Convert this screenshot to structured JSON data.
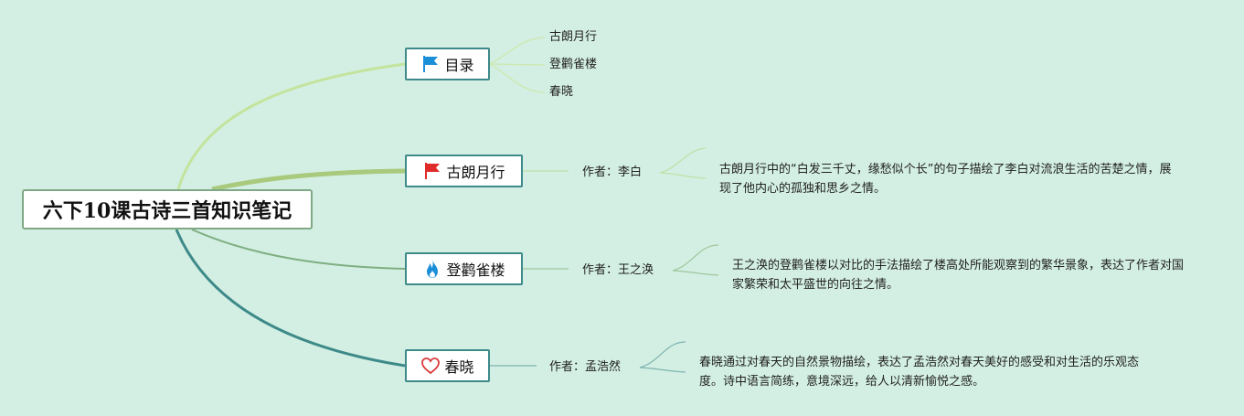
{
  "root": {
    "title": "六下10课古诗三首知识笔记"
  },
  "branches": [
    {
      "label": "目录",
      "icon": "blue-flag-icon",
      "children": [
        "古朗月行",
        "登鹳雀楼",
        "春晓"
      ]
    },
    {
      "label": "古朗月行",
      "icon": "red-flag-icon",
      "author": "作者：李白",
      "description": "古朗月行中的“白发三千丈，缘愁似个长”的句子描绘了李白对流浪生活的苦楚之情，展现了他内心的孤独和思乡之情。"
    },
    {
      "label": "登鹳雀楼",
      "icon": "flame-icon",
      "author": "作者：王之涣",
      "description": "王之涣的登鹳雀楼以对比的手法描绘了楼高处所能观察到的繁华景象，表达了作者对国家繁荣和太平盛世的向往之情。"
    },
    {
      "label": "春晓",
      "icon": "heart-icon",
      "author": "作者：孟浩然",
      "description": "春晓通过对春天的自然景物描绘，表达了孟浩然对春天美好的感受和对生活的乐观态度。诗中语言简练，意境深远，给人以清新愉悦之感。"
    }
  ],
  "colors": {
    "background": "#d3efe3",
    "branch_border": "#3d8a89",
    "line_light_green": "#c3e49c",
    "line_olive_green": "#a9c97d",
    "line_sage_green": "#7fae82",
    "line_teal": "#3d8a89",
    "flag_blue": "#1a8fd8",
    "flag_red": "#e02b2b",
    "flame_blue": "#1a8fd8",
    "heart_red": "#d93838"
  }
}
